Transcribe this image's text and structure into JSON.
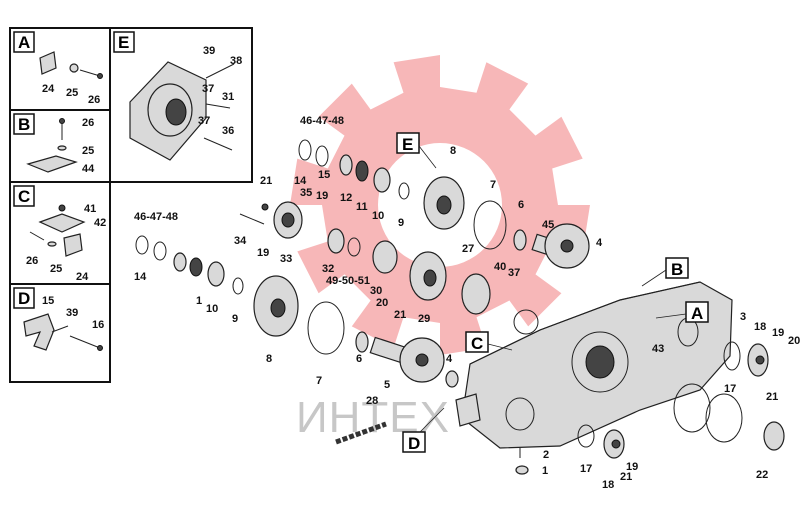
{
  "watermark": {
    "text": "ИНТЕХ",
    "color": "#f07b7e"
  },
  "insets": [
    {
      "title": "A",
      "parts": [
        "24",
        "25",
        "26"
      ]
    },
    {
      "title": "B",
      "parts": [
        "26",
        "25",
        "44"
      ]
    },
    {
      "title": "C",
      "parts": [
        "41",
        "42",
        "26",
        "25",
        "24"
      ]
    },
    {
      "title": "D",
      "parts": [
        "15",
        "39",
        "16"
      ]
    },
    {
      "title": "E",
      "parts": [
        "39",
        "38",
        "37",
        "31",
        "37",
        "36"
      ]
    }
  ],
  "callouts": [
    "A",
    "B",
    "C",
    "D",
    "E"
  ],
  "labels": [
    "46-47-48",
    "14",
    "15",
    "12",
    "11",
    "10",
    "9",
    "8",
    "7",
    "6",
    "45",
    "4",
    "21",
    "35",
    "19",
    "34",
    "19",
    "33",
    "32",
    "49-50-51",
    "27",
    "30",
    "20",
    "21",
    "29",
    "40",
    "37",
    "46-47-48",
    "14",
    "1",
    "10",
    "9",
    "8",
    "7",
    "6",
    "5",
    "4",
    "28",
    "3",
    "18",
    "19",
    "20",
    "43",
    "17",
    "21",
    "22",
    "17",
    "2",
    "1",
    "18",
    "21",
    "19"
  ]
}
